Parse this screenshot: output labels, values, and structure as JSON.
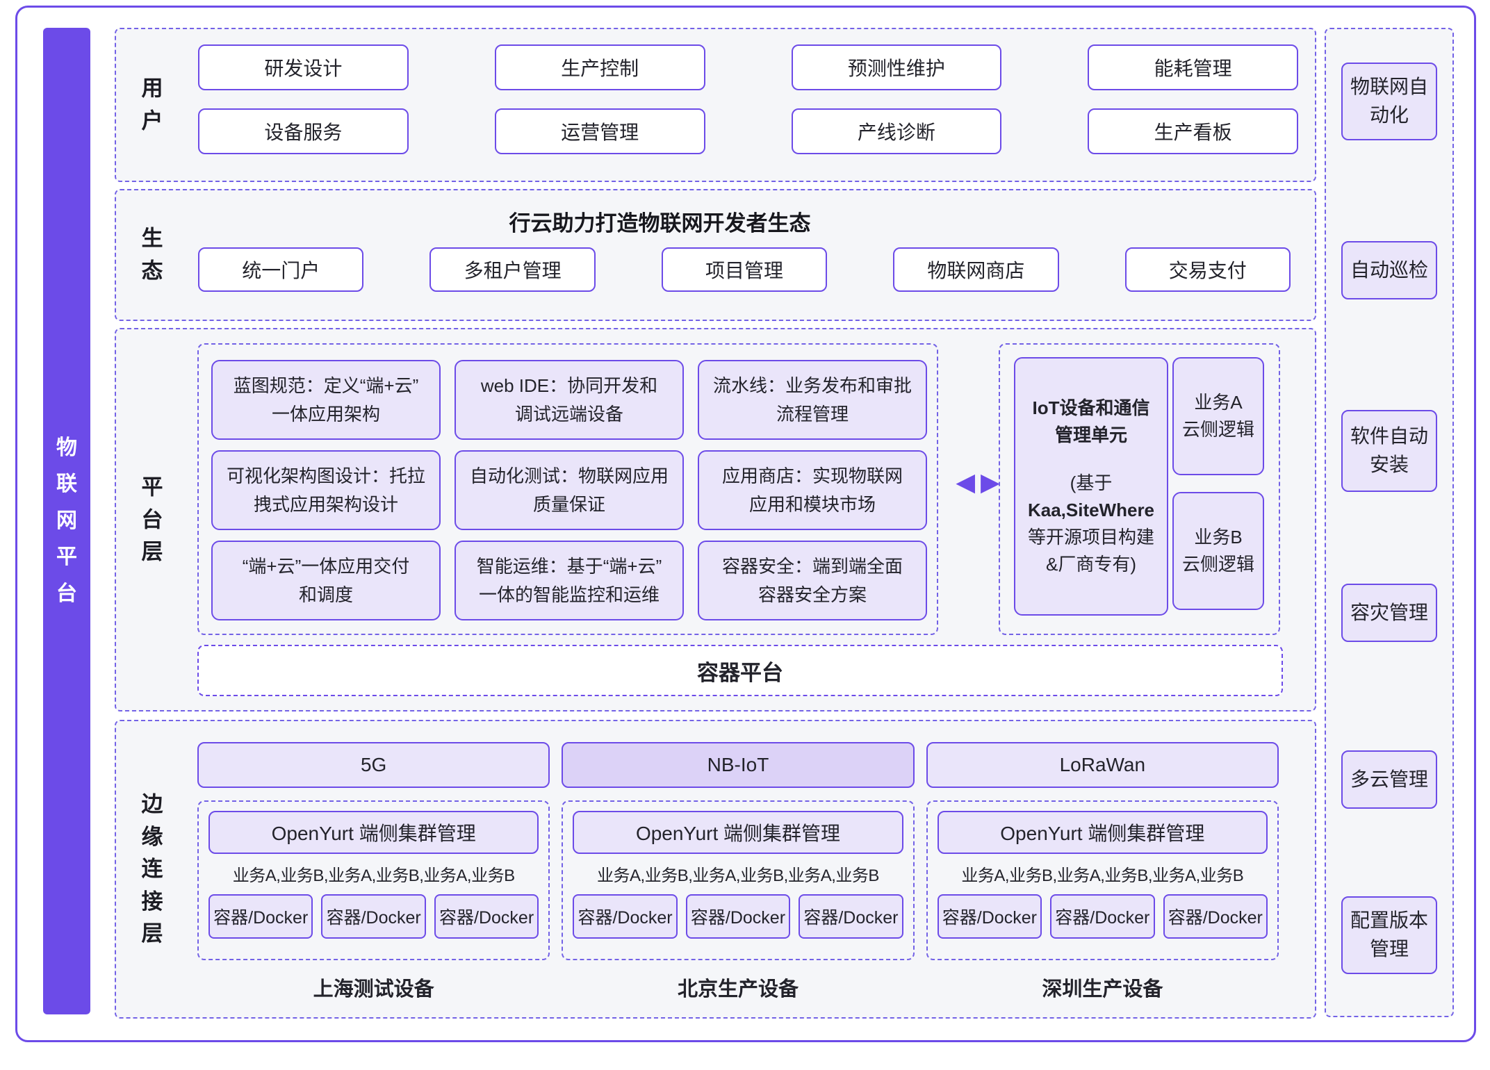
{
  "app": {
    "left_bar": "物联网平台"
  },
  "colors": {
    "accent": "#6C4BE8",
    "fill_light": "#EAE5FA",
    "fill_mid": "#DCD2F7",
    "section_bg": "#F5F6F9",
    "ink": "#23232B"
  },
  "users": {
    "label": "用户",
    "boxes": [
      "研发设计",
      "生产控制",
      "预测性维护",
      "能耗管理",
      "设备服务",
      "运营管理",
      "产线诊断",
      "生产看板"
    ]
  },
  "eco": {
    "label": "生态",
    "title": "行云助力打造物联网开发者生态",
    "boxes": [
      "统一门户",
      "多租户管理",
      "项目管理",
      "物联网商店",
      "交易支付"
    ]
  },
  "platform": {
    "label": "平台层",
    "capabilities": [
      "蓝图规范：定义“端+云”\n一体应用架构",
      "web IDE：协同开发和\n调试远端设备",
      "流水线：业务发布和审批\n流程管理",
      "可视化架构图设计：托拉\n拽式应用架构设计",
      "自动化测试：物联网应用\n质量保证",
      "应用商店：实现物联网\n应用和模块市场",
      "“端+云”一体应用交付\n和调度",
      "智能运维：基于“端+云”\n一体的智能监控和运维",
      "容器安全：端到端全面\n容器安全方案"
    ],
    "iot_unit": {
      "title": "IoT设备和通信\n管理单元",
      "body_pre": "(基于",
      "body_bold": "Kaa,SiteWhere",
      "body_post": "等开源项目构建\n&厂商专有)"
    },
    "cloud_logic": [
      "业务A\n云侧逻辑",
      "业务B\n云侧逻辑"
    ],
    "container_platform": "容器平台"
  },
  "edge": {
    "label": "边缘连接层",
    "networks": [
      "5G",
      "NB-IoT",
      "LoRaWan"
    ],
    "groups": [
      {
        "header": "OpenYurt 端侧集群管理",
        "services": "业务A,业务B,业务A,业务B,业务A,业务B",
        "containers": [
          "容器/Docker",
          "容器/Docker",
          "容器/Docker"
        ],
        "caption": "上海测试设备"
      },
      {
        "header": "OpenYurt 端侧集群管理",
        "services": "业务A,业务B,业务A,业务B,业务A,业务B",
        "containers": [
          "容器/Docker",
          "容器/Docker",
          "容器/Docker"
        ],
        "caption": "北京生产设备"
      },
      {
        "header": "OpenYurt 端侧集群管理",
        "services": "业务A,业务B,业务A,业务B,业务A,业务B",
        "containers": [
          "容器/Docker",
          "容器/Docker",
          "容器/Docker"
        ],
        "caption": "深圳生产设备"
      }
    ]
  },
  "sidebar": {
    "items": [
      "物联网自\n动化",
      "自动巡检",
      "软件自动\n安装",
      "容灾管理",
      "多云管理",
      "配置版本\n管理"
    ]
  },
  "icons": {
    "left_arrow": "◀",
    "right_arrow": "▶"
  }
}
